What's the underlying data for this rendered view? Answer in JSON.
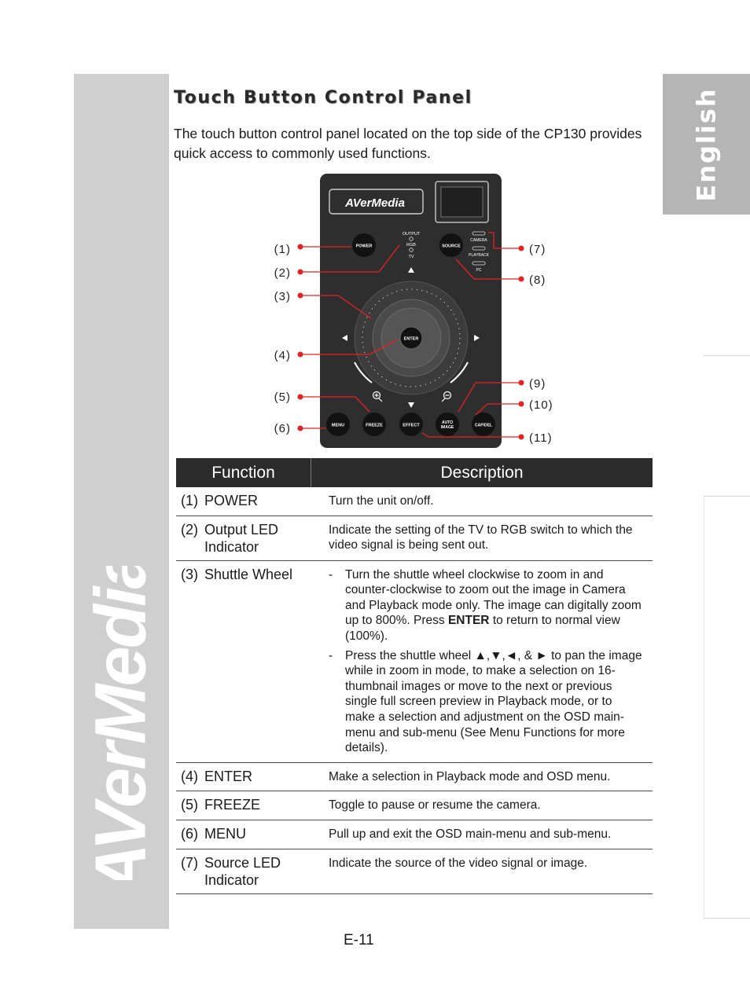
{
  "sidebar": {
    "logo_text": "AVerMedia",
    "language_tab": "English"
  },
  "section": {
    "title": "Touch Button Control Panel",
    "intro": "The touch button control panel located on the top side of the CP130 provides quick access to commonly used functions."
  },
  "figure": {
    "brand": "AVerMedia",
    "led_group_output": {
      "title": "OUTPUT",
      "labels": [
        "RGB",
        "TV"
      ]
    },
    "led_group_source": [
      "CAMERA",
      "PLAYBACK",
      "PC"
    ],
    "buttons": {
      "power": "POWER",
      "source": "SOURCE",
      "enter": "ENTER",
      "menu": "MENU",
      "freeze": "FREEZE",
      "effect": "EFFECT",
      "auto_image": [
        "AUTO",
        "IMAGE"
      ],
      "cap_del": "CAP/DEL"
    },
    "callouts_left": [
      "(1)",
      "(2)",
      "(3)",
      "(4)",
      "(5)",
      "(6)"
    ],
    "callouts_right": [
      "(7)",
      "(8)",
      "(9)",
      "(10)",
      "(11)"
    ]
  },
  "table": {
    "headers": {
      "function": "Function",
      "description": "Description"
    },
    "rows": [
      {
        "num": "(1)",
        "name": "POWER",
        "desc": [
          "Turn the unit on/off."
        ]
      },
      {
        "num": "(2)",
        "name": "Output LED Indicator",
        "desc": [
          "Indicate the setting of the TV to RGB switch to which the video signal is being sent out."
        ]
      },
      {
        "num": "(3)",
        "name": "Shuttle Wheel",
        "bullets": [
          {
            "dash": "-",
            "before": "Turn the shuttle wheel clockwise to zoom in and counter-clockwise to zoom out the image in Camera and Playback mode only. The image can digitally zoom up to 800%. Press ",
            "bold": "ENTER",
            "after": " to return to normal view (100%)."
          },
          {
            "dash": "-",
            "before": "Press the shuttle wheel ▲,▼,◄, & ► to pan the image while in zoom in mode, to make a selection on 16-thumbnail images or move to the next or previous single full screen preview in Playback mode, or to make a selection and adjustment on the OSD main-menu and sub-menu (See Menu Functions for more details).",
            "bold": "",
            "after": ""
          }
        ]
      },
      {
        "num": "(4)",
        "name": "ENTER",
        "desc": [
          "Make a selection in Playback mode and OSD menu."
        ]
      },
      {
        "num": "(5)",
        "name": "FREEZE",
        "desc": [
          "Toggle to pause or resume the camera."
        ]
      },
      {
        "num": "(6)",
        "name": "MENU",
        "desc": [
          "Pull up and exit the OSD main-menu and sub-menu."
        ]
      },
      {
        "num": "(7)",
        "name": "Source LED Indicator",
        "desc": [
          "Indicate the source of the video signal or image."
        ]
      }
    ]
  },
  "page_number": "E-11"
}
